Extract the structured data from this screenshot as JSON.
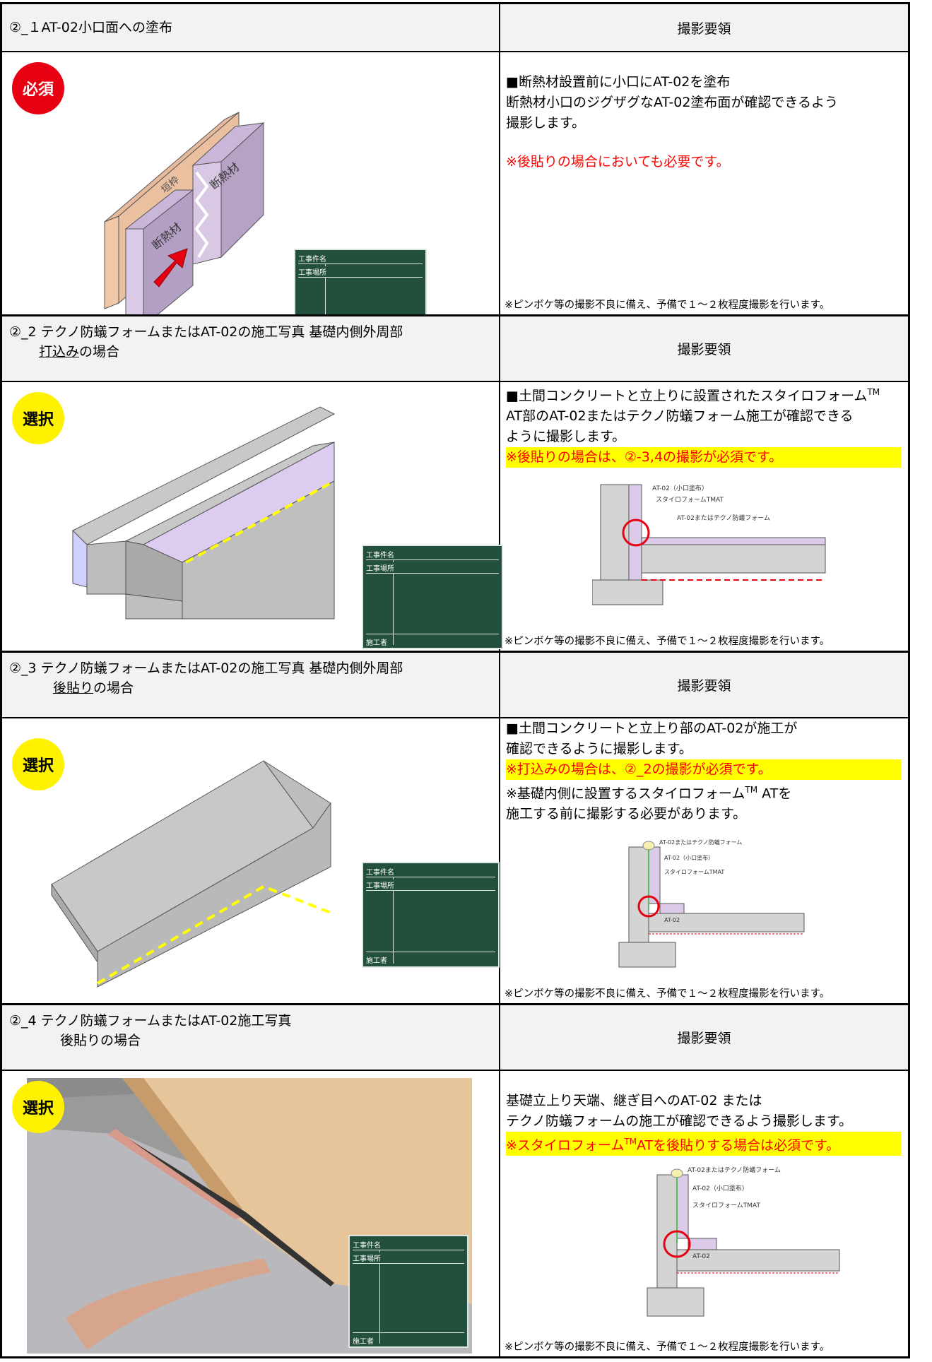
{
  "sections": [
    {
      "title_line1": "②_１AT-02小口面への塗布",
      "title_line2": "",
      "method_label": "撮影要領",
      "badge": "必須",
      "desc": [
        "■断熱材設置前に小口にAT-02を塗布",
        "断熱材小口のジグザグなAT-02塗布面が確認できるよう",
        "撮影します。"
      ],
      "highlight": "※後貼りの場合においても必要です。",
      "labels": {
        "frame": "垣枠",
        "insul_a": "断熱材",
        "insul_b": "断熱材"
      }
    },
    {
      "title_line1": "②_2 テクノ防蟻フォームまたはAT-02の施工写真 基礎内側外周部",
      "title_line2_u": "打込み",
      "title_line2_rest": "の場合",
      "method_label": "撮影要領",
      "badge": "選択",
      "desc1_pre": "■土間コンクリートと立上りに設置されたスタイロフォーム",
      "tm": "TM",
      "desc": [
        "AT部のAT-02またはテクノ防蟻フォーム施工が確認できる",
        "ように撮影します。"
      ],
      "highlight": "※後貼りの場合は、②-3,4の撮影が必須です。",
      "diagram": {
        "l1": "AT-02（小口塗布）",
        "l2": "スタイロフォームTMAT",
        "l3": "AT-02またはテクノ防蟻フォーム"
      }
    },
    {
      "title_line1": "②_3 テクノ防蟻フォームまたはAT-02の施工写真 基礎内側外周部",
      "title_line2_u": "後貼り",
      "title_line2_rest": "の場合",
      "method_label": "撮影要領",
      "badge": "選択",
      "desc": [
        "■土間コンクリートと立上り部のAT-02が施工が",
        "確認できるように撮影します。"
      ],
      "highlight": "※打込みの場合は、②_2の撮影が必須です。",
      "desc2_pre": "※基礎内側に設置するスタイロフォーム",
      "tm": "TM",
      "desc2_post": " ATを",
      "desc3": "施工する前に撮影する必要があります。",
      "diagram": {
        "l1": "AT-02またはテクノ防蟻フォーム",
        "l2": "AT-02（小口塗布）",
        "l3": "スタイロフォームTMAT",
        "l4": "AT-02"
      }
    },
    {
      "title_line1": "②_4 テクノ防蟻フォームまたはAT-02施工写真",
      "title_line2": "後貼りの場合",
      "method_label": "撮影要領",
      "badge": "選択",
      "desc": [
        "基礎立上り天端、継ぎ目へのAT-02 または",
        "テクノ防蟻フォームの施工が確認できるよう撮影します。"
      ],
      "highlight_pre": "※スタイロフォーム",
      "tm": "TM",
      "highlight_post": "ATを後貼りする場合は必須です。",
      "diagram": {
        "l1": "AT-02またはテクノ防蟻フォーム",
        "l2": "AT-02（小口塗布）",
        "l3": "スタイロフォームTMAT",
        "l4": "AT-02"
      }
    }
  ],
  "board": {
    "l1": "工事件名",
    "l2": "工事場所",
    "l3": "施工者"
  },
  "note": "※ピンボケ等の撮影不良に備え、予備で１～２枚程度撮影を行います。"
}
